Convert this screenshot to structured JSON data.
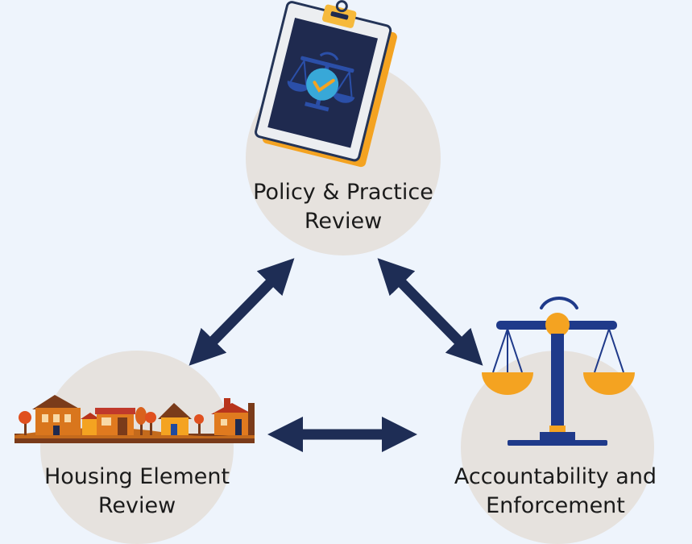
{
  "nodes": {
    "policy": {
      "label": "Policy & Practice\nReview",
      "icon": "clipboard-scales-icon"
    },
    "housing": {
      "label": "Housing Element\nReview",
      "icon": "houses-neighborhood-icon"
    },
    "accountability": {
      "label": "Accountability and\nEnforcement",
      "icon": "scales-of-justice-icon"
    }
  },
  "edges": [
    {
      "from": "policy",
      "to": "housing",
      "direction": "bidirectional"
    },
    {
      "from": "policy",
      "to": "accountability",
      "direction": "bidirectional"
    },
    {
      "from": "housing",
      "to": "accountability",
      "direction": "bidirectional"
    }
  ],
  "colors": {
    "background": "#eef4fc",
    "circle": "#e6e2de",
    "arrow": "#1e2d55",
    "navy": "#1f3a8a",
    "orange": "#f4a321",
    "text": "#1b1b1b"
  }
}
